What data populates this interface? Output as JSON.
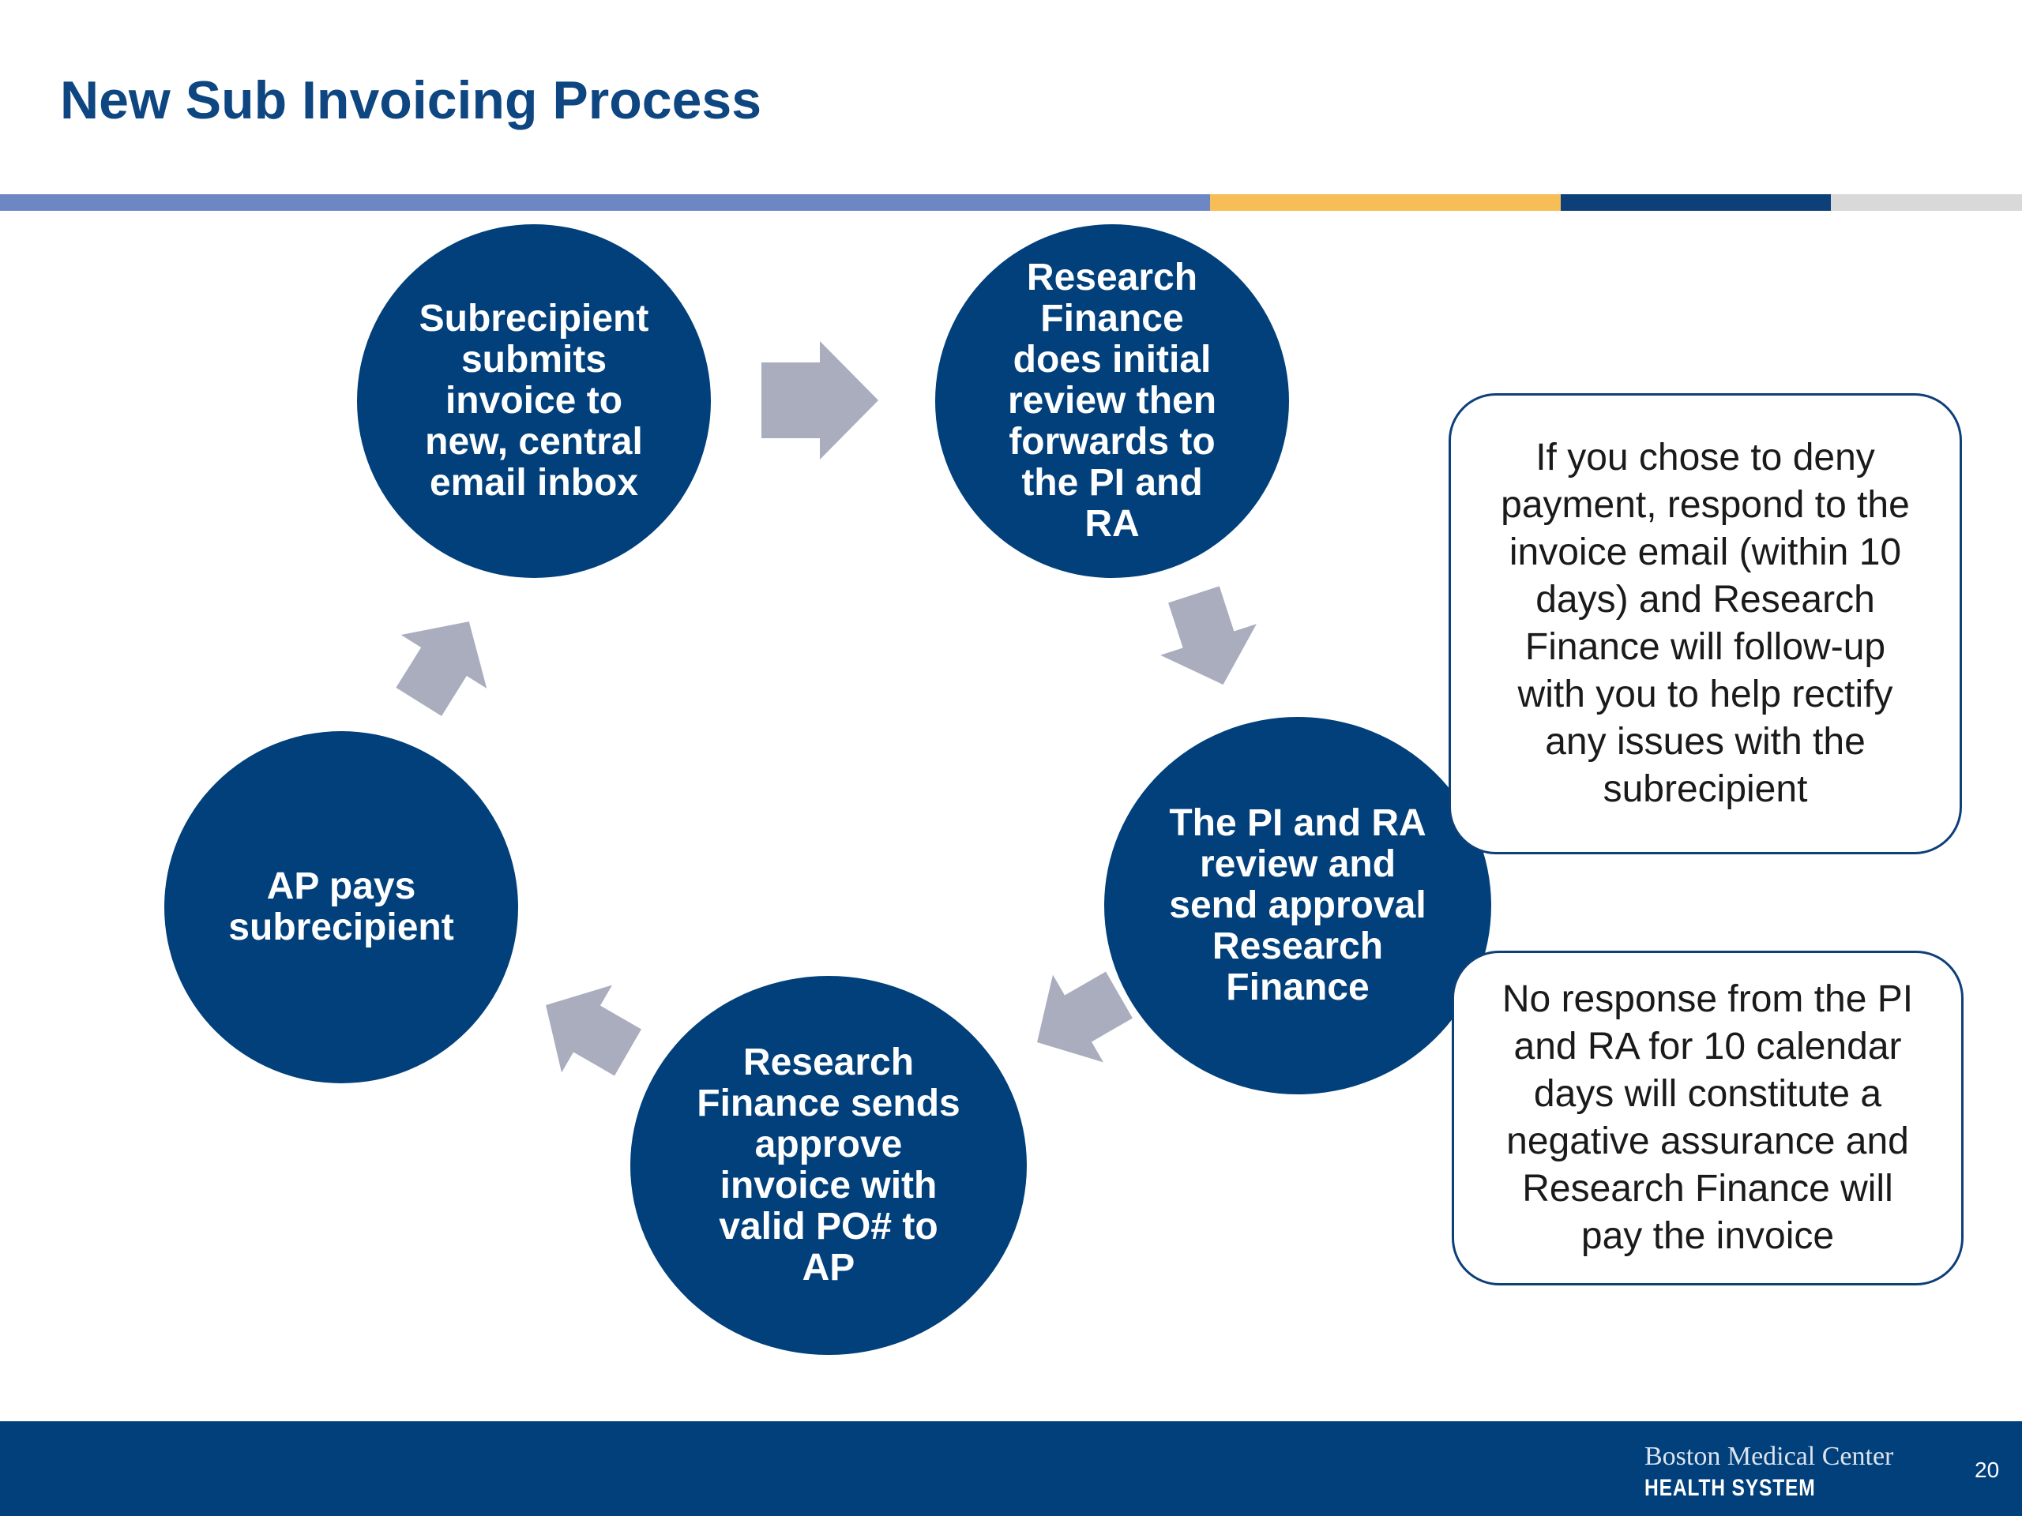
{
  "title": "New Sub Invoicing Process",
  "colors": {
    "circle_fill": "#01407b",
    "arrow_fill": "#a9adbd",
    "title": "#0d4680",
    "stripe": [
      "#6c87c4",
      "#f7bd57",
      "#0d3f79",
      "#d9d9d9"
    ],
    "footer": "#01407b"
  },
  "process_steps": [
    {
      "text": "Subrecipient\nsubmits\ninvoice to\nnew, central\nemail inbox"
    },
    {
      "text": "Research\nFinance\ndoes initial\nreview then\nforwards to\nthe PI and\nRA"
    },
    {
      "text": "The PI and RA\nreview and\nsend approval\nResearch\nFinance"
    },
    {
      "text": "Research\nFinance sends\napprove\ninvoice with\nvalid PO# to\nAP"
    },
    {
      "text": "AP pays\nsubrecipient"
    }
  ],
  "notes": [
    {
      "text": "If you chose to deny\npayment, respond to the\ninvoice email (within 10\ndays) and Research\nFinance will follow-up\nwith you to help rectify\nany issues with the\nsubrecipient"
    },
    {
      "text": "No response from the PI\nand RA for 10 calendar\ndays will constitute a\nnegative assurance and\nResearch Finance will\npay the invoice"
    }
  ],
  "footer": {
    "logo_line1": "Boston Medical Center",
    "logo_line2": "HEALTH SYSTEM",
    "page_number": "20"
  }
}
